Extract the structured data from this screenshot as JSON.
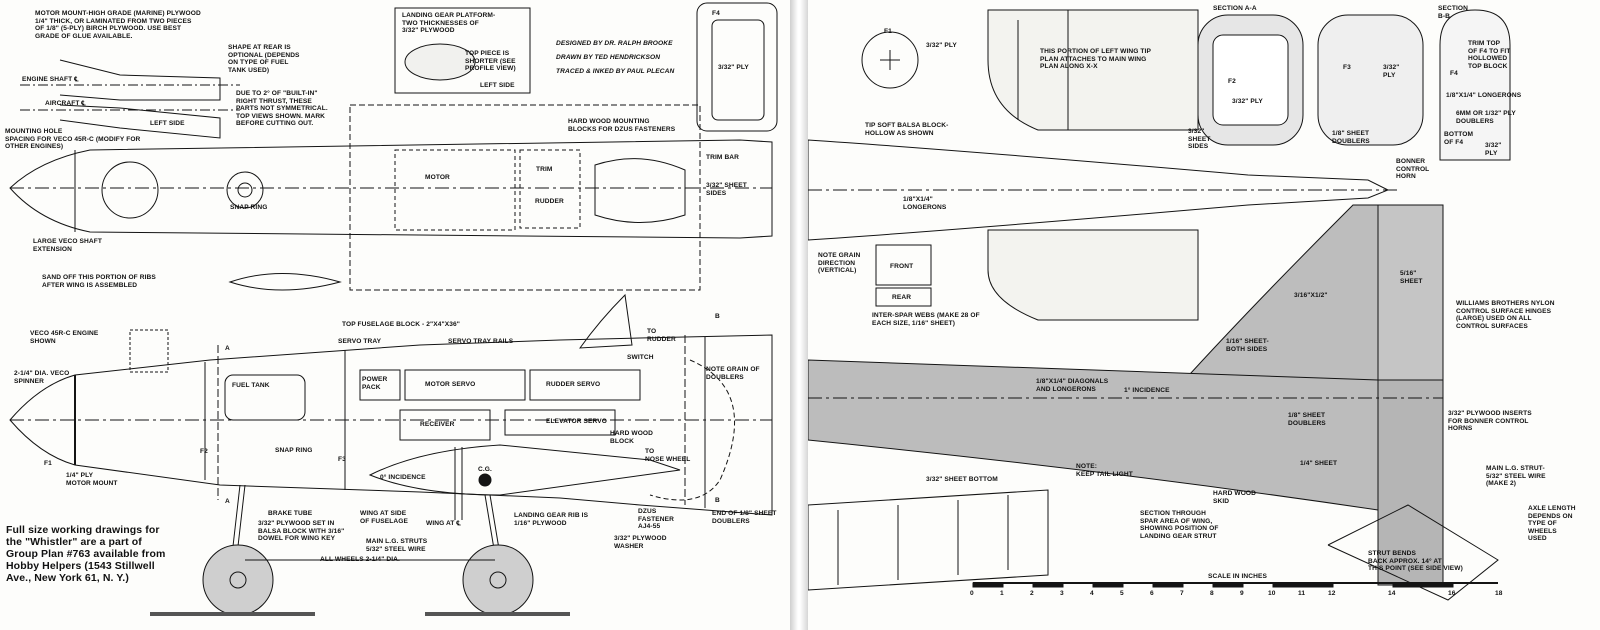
{
  "credits": {
    "designer": "DESIGNED BY DR. RALPH BROOKE",
    "drafter": "DRAWN BY TED HENDRICKSON",
    "tracer": "TRACED & INKED BY PAUL PLECAN"
  },
  "availability_note": "Full size working drawings for\nthe \"Whistler\" are a part of\nGroup Plan #763 available from\nHobby Helpers (1543 Stillwell\nAve., New York 61, N. Y.)",
  "left_page": {
    "motor_mount_note": "MOTOR MOUNT-HIGH GRADE (MARINE) PLYWOOD\n1/4\" THICK, OR LAMINATED FROM TWO PIECES\nOF 1/8\" (5-PLY) BIRCH PLYWOOD. USE BEST\nGRADE OF GLUE AVAILABLE.",
    "shape_rear_note": "SHAPE AT REAR IS\nOPTIONAL (DEPENDS\nON TYPE OF FUEL\nTANK USED)",
    "engine_shaft": "ENGINE SHAFT ℄",
    "aircraft_cl": "AIRCRAFT ℄",
    "left_side": "LEFT SIDE",
    "thrust_note": "DUE TO 2° OF \"BUILT-IN\"\nRIGHT THRUST, THESE\nPARTS NOT SYMMETRICAL.\nTOP VIEWS SHOWN. MARK\nBEFORE CUTTING OUT.",
    "mounting_hole": "MOUNTING HOLE\nSPACING FOR VECO 45R-C (MODIFY FOR\nOTHER ENGINES)",
    "landing_platform": "LANDING GEAR PLATFORM-\nTWO THICKNESSES OF\n3/32\" PLYWOOD",
    "top_piece": "TOP PIECE IS\nSHORTER (SEE\nPROFILE VIEW)",
    "left_side_2": "LEFT SIDE",
    "f4": "F4",
    "ply_332": "3/32\" PLY",
    "hardwood_blocks": "HARD WOOD MOUNTING\nBLOCKS FOR DZUS FASTENERS",
    "motor": "MOTOR",
    "trim": "TRIM",
    "rudder": "RUDDER",
    "snap_ring": "SNAP RING",
    "trim_bar": "TRIM BAR",
    "sheet_sides": "3/32\" SHEET\nSIDES",
    "large_veco": "LARGE VECO SHAFT\nEXTENSION",
    "sand_off": "SAND OFF THIS PORTION OF RIBS\nAFTER WING IS ASSEMBLED",
    "veco_engine": "VECO 45R-C ENGINE\nSHOWN",
    "spinner": "2-1/4\" DIA. VECO\nSPINNER",
    "top_fuselage": "TOP FUSELAGE BLOCK - 2\"X4\"X36\"",
    "servo_tray": "SERVO TRAY",
    "servo_rails": "SERVO TRAY RAILS",
    "to_rudder": "TO\nRUDDER",
    "switch": "SWITCH",
    "fuel_tank": "FUEL TANK",
    "power_pack": "POWER\nPACK",
    "motor_servo": "MOTOR SERVO",
    "rudder_servo": "RUDDER SERVO",
    "note_grain": "NOTE GRAIN OF\nDOUBLERS",
    "receiver": "RECEIVER",
    "elevator_servo": "ELEVATOR SERVO",
    "hardwood_block": "HARD WOOD\nBLOCK",
    "to_nose_wheel": "TO\nNOSE WHEEL",
    "snap_ring_2": "SNAP RING",
    "incidence_0": "0° INCIDENCE",
    "cg": "C.G.",
    "f1": "F1",
    "f2": "F2",
    "f3": "F3",
    "a_top": "A",
    "a_bottom": "A",
    "b_top": "B",
    "b_bottom": "B",
    "ply_mount": "1/4\" PLY\nMOTOR MOUNT",
    "brake_tube": "BRAKE TUBE",
    "ply_set": "3/32\" PLYWOOD SET IN\nBALSA BLOCK WITH 3/16\"\nDOWEL FOR WING KEY",
    "wing_side": "WING AT SIDE\nOF FUSELAGE",
    "wing_cl": "WING AT ℄",
    "main_struts": "MAIN L.G. STRUTS\n5/32\" STEEL WIRE",
    "gear_rib": "LANDING GEAR RIB IS\n1/16\" PLYWOOD",
    "dzus": "DZUS\nFASTENER\nAJ4-55",
    "washer": "3/32\" PLYWOOD\nWASHER",
    "end_doublers": "END OF 1/8\" SHEET\nDOUBLERS",
    "all_wheels": "ALL WHEELS 2-1/4\" DIA."
  },
  "right_page": {
    "f1": "F1",
    "ply_332": "3/32\" PLY",
    "wing_tip_note": "THIS PORTION OF LEFT WING TIP\nPLAN ATTACHES TO MAIN WING\nPLAN ALONG X-X",
    "section_aa": "SECTION A-A",
    "section_bb": "SECTION\nB-B",
    "f2": "F2",
    "f3": "F3",
    "f4": "F4",
    "ply_a": "3/32\" PLY",
    "ply_b": "3/32\"\nPLY",
    "trim_top": "TRIM TOP\nOF F4 TO FIT\nHOLLOWED\nTOP BLOCK",
    "longerons_a": "1/8\"X1/4\" LONGERONS",
    "six_mm": "6MM OR 1/32\" PLY\nDOUBLERS",
    "bottom_f4": "BOTTOM\nOF F4",
    "ply_c": "3/32\"\nPLY",
    "sheet_sides": "3/32\"\nSHEET\nSIDES",
    "sheet_doublers": "1/8\" SHEET\nDOUBLERS",
    "bonner_horn": "BONNER\nCONTROL\nHORN",
    "tip_soft": "TIP SOFT BALSA BLOCK-\nHOLLOW AS SHOWN",
    "longerons_b": "1/8\"X1/4\"\nLONGERONS",
    "grain_note": "NOTE GRAIN\nDIRECTION\n(VERTICAL)",
    "front": "FRONT",
    "rear": "REAR",
    "spar_webs": "INTER-SPAR WEBS (MAKE 28 OF\nEACH SIZE, 1/16\" SHEET)",
    "sheet_516": "5/16\"\nSHEET",
    "size_316": "3/16\"X1/2\"",
    "williams": "WILLIAMS BROTHERS NYLON\nCONTROL SURFACE HINGES\n(LARGE) USED ON ALL\nCONTROL SURFACES",
    "sheet_both": "1/16\" SHEET-\nBOTH SIDES",
    "incidence_1": "1° INCIDENCE",
    "diagonals": "1/8\"X1/4\" DIAGONALS\nAND LONGERONS",
    "doublers_b": "1/8\" SHEET\nDOUBLERS",
    "ply_inserts": "3/32\" PLYWOOD INSERTS\nFOR BONNER CONTROL\nHORNS",
    "sheet_bottom": "3/32\" SHEET BOTTOM",
    "keep_tail": "NOTE:\nKEEP TAIL LIGHT",
    "sheet_14": "1/4\" SHEET",
    "hard_skid": "HARD WOOD\nSKID",
    "section_through": "SECTION THROUGH\nSPAR AREA OF WING,\nSHOWING POSITION OF\nLANDING GEAR STRUT",
    "main_strut": "MAIN L.G. STRUT-\n5/32\" STEEL WIRE\n(MAKE 2)",
    "axle_note": "AXLE LENGTH\nDEPENDS ON\nTYPE OF\nWHEELS\nUSED",
    "strut_bends": "STRUT BENDS\nBACK APPROX. 14° AT\nTHIS POINT (SEE SIDE VIEW)",
    "scale_title": "SCALE IN INCHES",
    "scale_ticks": [
      "0",
      "1",
      "2",
      "3",
      "4",
      "5",
      "6",
      "7",
      "8",
      "9",
      "10",
      "11",
      "12",
      "14",
      "16",
      "18"
    ]
  },
  "colors": {
    "ink": "#141414",
    "shade": "#bdbdbd",
    "shade_dark": "#9d9d9d",
    "paper": "#fdfdfb"
  }
}
